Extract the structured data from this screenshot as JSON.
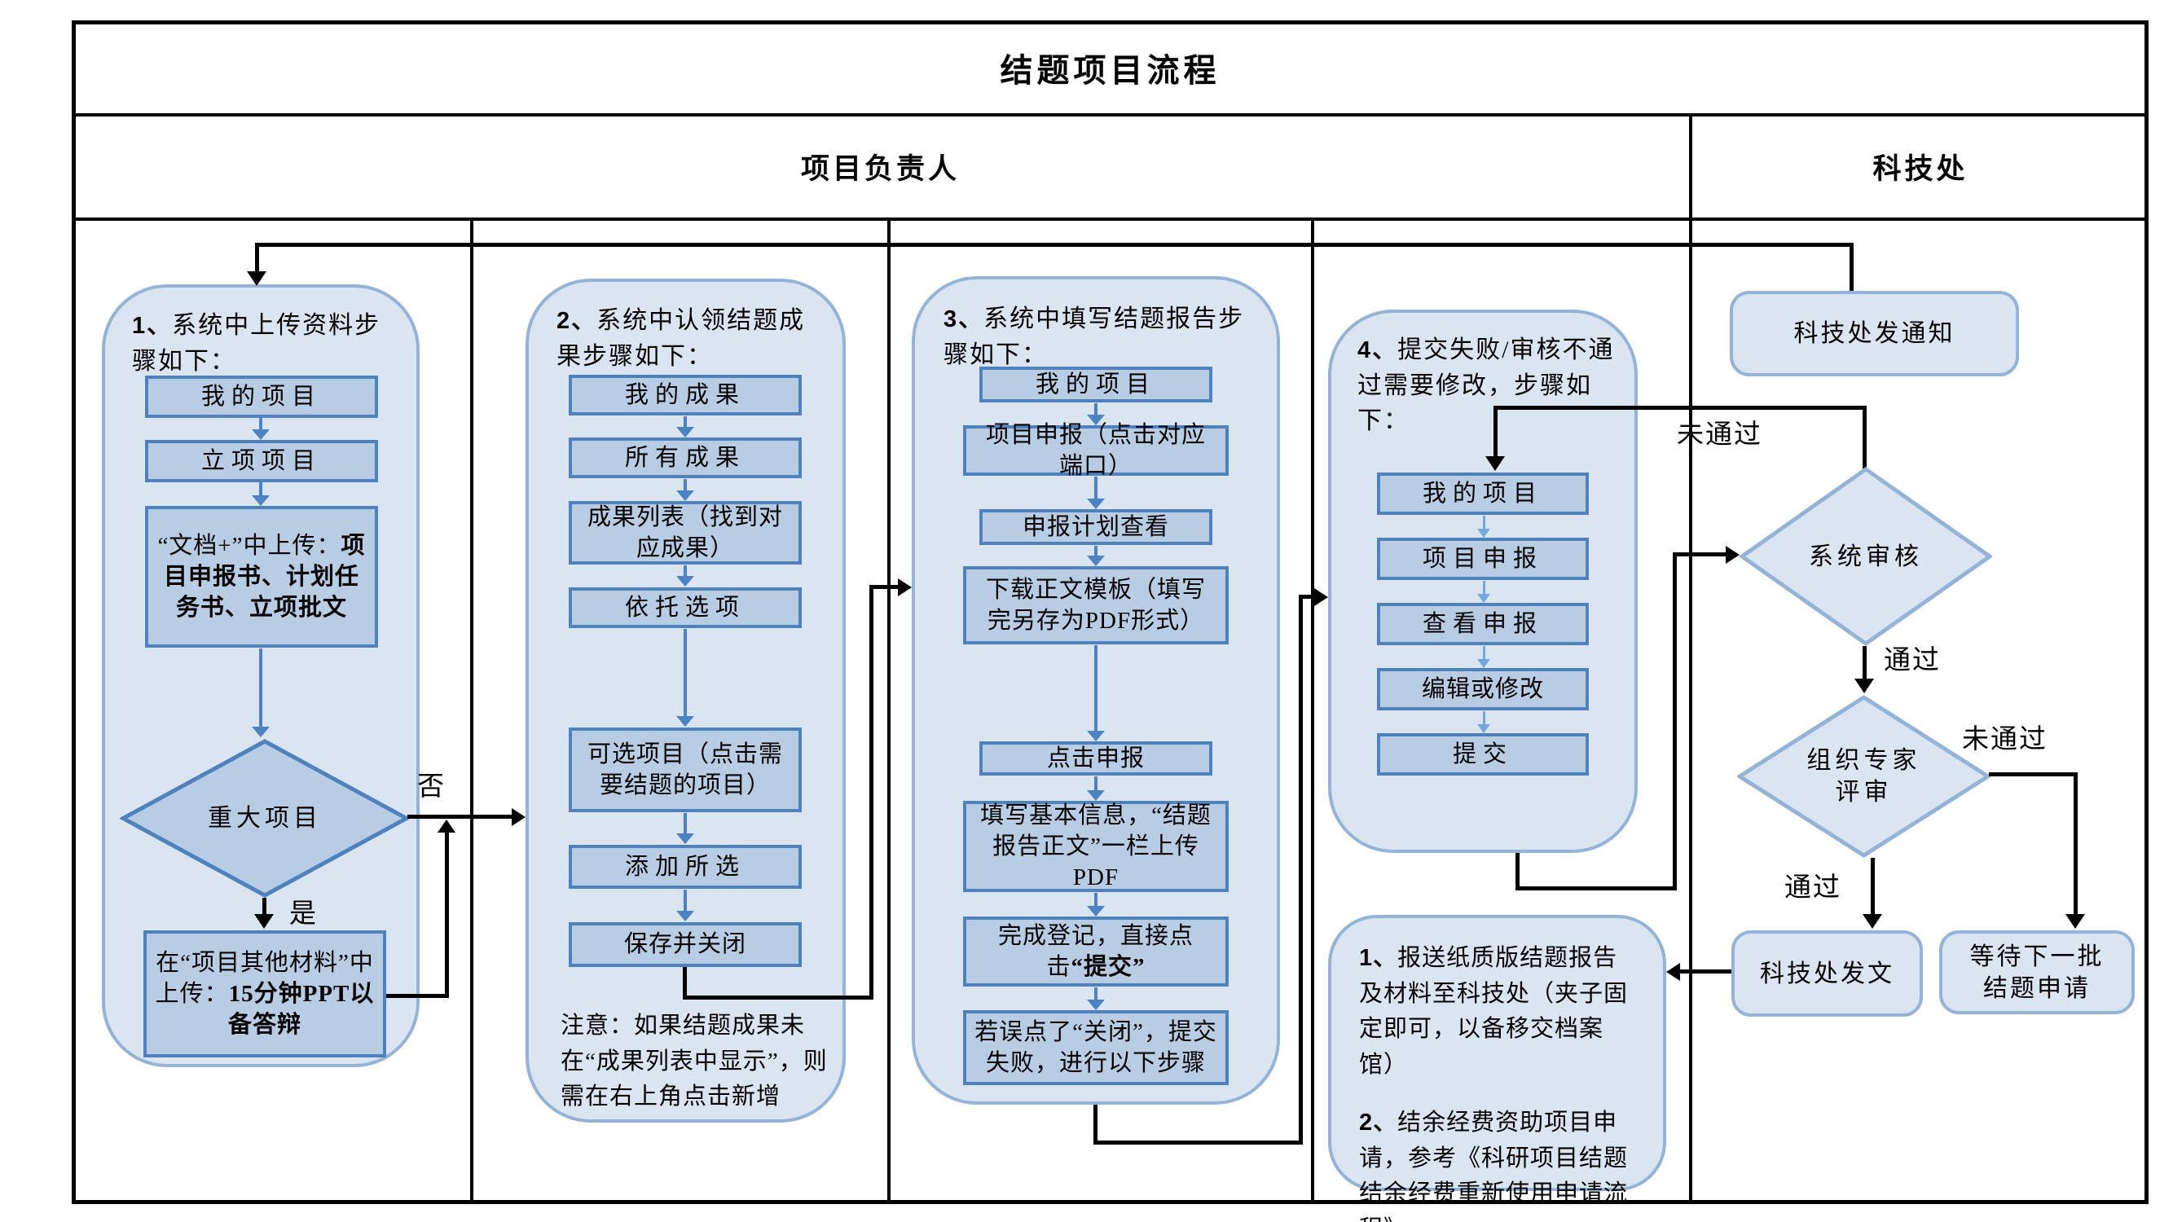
{
  "title": "结题项目流程",
  "lanes": {
    "left": "项目负责人",
    "right": "科技处"
  },
  "colors": {
    "container_fill": "#dbe5f1",
    "container_border": "#95b3d7",
    "box_fill": "#b8cce4",
    "box_border": "#4f81bd",
    "arrow_blue": "#4d83c3",
    "arrow_blue_light": "#74a9e0",
    "line_black": "#000000"
  },
  "c1": {
    "num": "1、",
    "heading": "系统中上传资料步骤如下：",
    "s1": "我的项目",
    "s2": "立项项目",
    "s3_pre": "“文档+”中上传：",
    "s3_bold": "项目申报书、计划任务书、立项批文",
    "diamond": "重大项目",
    "yes": "是",
    "no": "否",
    "s4_pre": "在“项目其他材料”中上传：",
    "s4_bold": "15分钟PPT以备答辩"
  },
  "c2": {
    "num": "2、",
    "heading": "系统中认领结题成果步骤如下：",
    "s1": "我的成果",
    "s2": "所有成果",
    "s3": "成果列表（找到对应成果）",
    "s4": "依托选项",
    "s5": "可选项目（点击需要结题的项目）",
    "s6": "添加所选",
    "s7": "保存并关闭",
    "note": "注意：如果结题成果未在“成果列表中显示”，则需在右上角点击新增"
  },
  "c3": {
    "num": "3、",
    "heading": "系统中填写结题报告步骤如下：",
    "s1": "我的项目",
    "s2": "项目申报（点击对应端口）",
    "s3": "申报计划查看",
    "s4": "下载正文模板（填写完另存为PDF形式）",
    "s5": "点击申报",
    "s6": "填写基本信息，“结题报告正文”一栏上传PDF",
    "s7_pre": "完成登记，直接点击",
    "s7_bold": "“提交”",
    "s8": "若误点了“关闭”，提交失败，进行以下步骤"
  },
  "c4": {
    "num": "4、",
    "heading": "提交失败/审核不通过需要修改，步骤如下：",
    "s1": "我的项目",
    "s2": "项目申报",
    "s3": "查看申报",
    "s4": "编辑或修改",
    "s5": "提交"
  },
  "right": {
    "notify": "科技处发通知",
    "d1": "系统审核",
    "d2_line1": "组织专家",
    "d2_line2": "评审",
    "fawen": "科技处发文",
    "wait_line1": "等待下一批",
    "wait_line2": "结题申请",
    "pass": "通过",
    "fail": "未通过"
  },
  "note4": {
    "n1": "1、",
    "t1": "报送纸质版结题报告及材料至科技处（夹子固定即可，以备移交档案馆）",
    "n2": "2、",
    "t2": "结余经费资助项目申请，参考《科研项目结题结余经费重新使用申请流程》"
  }
}
